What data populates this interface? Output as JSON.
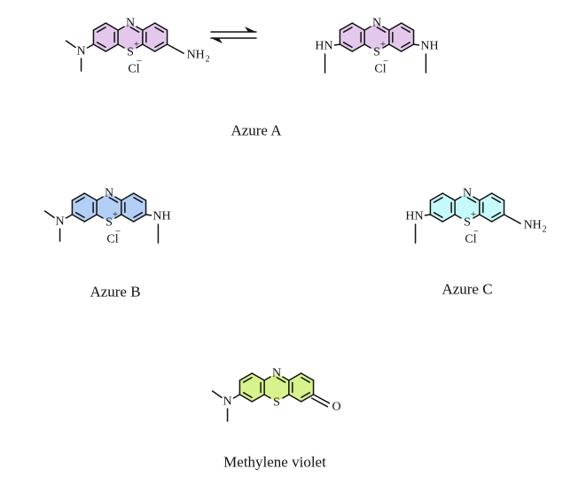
{
  "colors": {
    "azure_a": "#e3c8ec",
    "azure_b": "#b4cff5",
    "azure_c": "#c6fafa",
    "methylene_violet": "#d8f28e",
    "ink": "#111111"
  },
  "labels": {
    "n": "N",
    "s": "S",
    "plus": "+",
    "cl": "Cl",
    "minus": "−",
    "nh2_base": "NH",
    "nh2_sub": "2",
    "nh": "NH",
    "hn": "HN",
    "o": "O"
  },
  "captions": {
    "azure_a": "Azure A",
    "azure_b": "Azure B",
    "azure_c": "Azure C",
    "methylene_violet": "Methylene violet"
  }
}
